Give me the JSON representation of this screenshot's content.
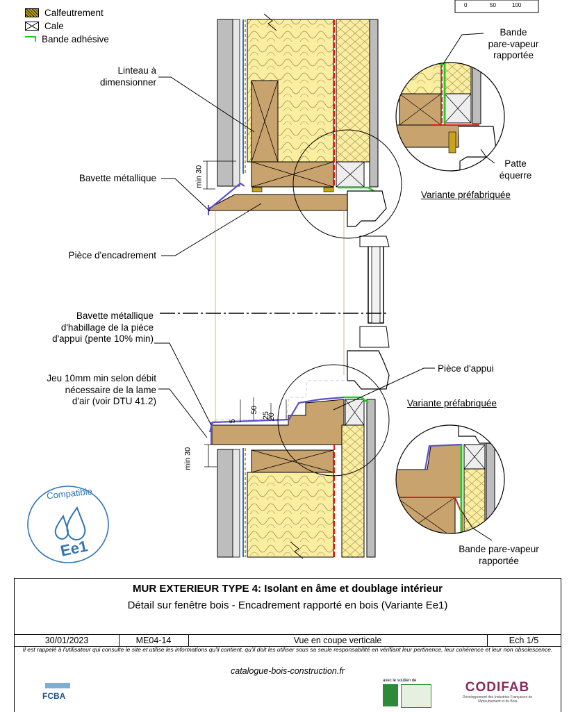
{
  "legend": [
    {
      "label": "Calfeutrement",
      "color": "#c8a419"
    },
    {
      "label": "Cale",
      "color": "#ffffff"
    },
    {
      "label": "Bande adhésive",
      "color": "#22cc22"
    }
  ],
  "scale_bar": {
    "ticks": [
      "0",
      "50",
      "100"
    ]
  },
  "labels": {
    "linteau": "Linteau à\ndimensionner",
    "bavette": "Bavette métallique",
    "piece_encadrement": "Pièce d'encadrement",
    "bavette_habillage": "Bavette métallique\nd'habillage de la pièce\nd'appui (pente 10% min)",
    "jeu": "Jeu 10mm min selon débit\nnécessaire de la lame\nd'air (voir DTU 41.2)",
    "piece_appui": "Pièce d'appui",
    "bande_top": "Bande\npare-vapeur\nrapportée",
    "patte": "Patte\néquerre",
    "variante_top": "Variante préfabriquée",
    "variante_bottom": "Variante préfabriquée",
    "bande_bottom": "Bande pare-vapeur\nrapportée",
    "min30_top": "min 30",
    "min30_bottom": "min 30",
    "dim_25": "25",
    "dim_20": "20",
    "dim_50": "50",
    "dim_5": "5"
  },
  "badge": {
    "top": "Compatible",
    "bottom": "Ee1"
  },
  "title_block": {
    "title": "MUR EXTERIEUR TYPE 4: Isolant en âme et doublage intérieur",
    "subtitle": "Détail sur fenêtre bois - Encadrement rapporté en bois (Variante Ee1)",
    "date": "30/01/2023",
    "ref": "ME04-14",
    "view": "Vue en coupe verticale",
    "scale": "Ech 1/5",
    "disclaimer": "Il est rappelé à l'utilisateur qui consulte le site et utilise les informations qu'il contient, qu'il doit les utiliser sous sa seule responsabilité en vérifiant leur pertinence, leur cohérence et leur non obsolescence.",
    "website": "catalogue-bois-construction.fr",
    "logo_left": "FCBA",
    "logo_middle": "avec le soutien de",
    "logo_right": "CODIFAB",
    "logo_right_sub": "Développement des Industries Françaises de l'Ameublement et du Bois"
  },
  "colors": {
    "insulation": "#fbeea0",
    "wood": "#c9a36e",
    "wood_dark": "#b88c58",
    "cladding_gray": "#bdbdbd",
    "vapor_red": "#e21b1b",
    "membrane_blue": "#2f6fd0",
    "tape_green": "#22cc22",
    "caulk": "#c8a419",
    "metal_purple": "#5a4fcf"
  }
}
